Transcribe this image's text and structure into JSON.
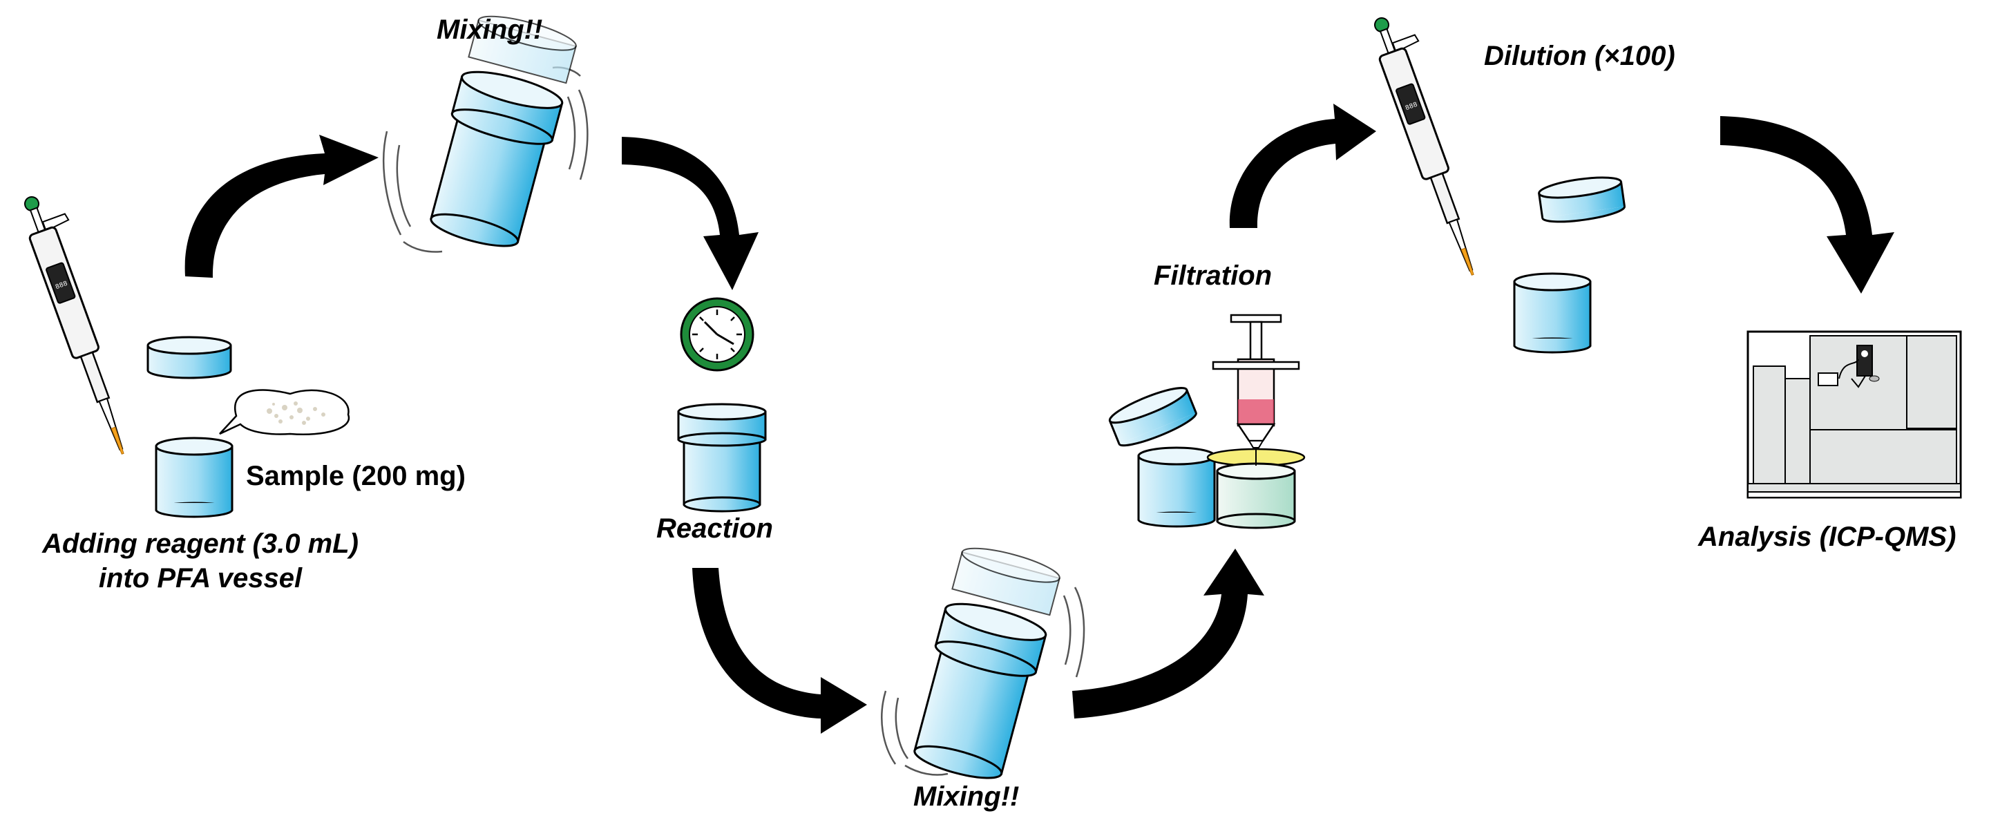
{
  "labels": {
    "mixing_top": "Mixing!!",
    "adding_reagent_line1": "Adding reagent (3.0 mL)",
    "adding_reagent_line2": "into PFA vessel",
    "sample": "Sample (200 mg)",
    "reaction": "Reaction",
    "mixing_bottom": "Mixing!!",
    "filtration": "Filtration",
    "dilution": "Dilution (×100)",
    "analysis": "Analysis (ICP-QMS)"
  },
  "pipette_display": "888",
  "colors": {
    "vessel_light": "#e6f6fc",
    "vessel_dark": "#2fb0e0",
    "arrow": "#000000",
    "clock_ring": "#1e8c3a",
    "pipette_tip": "#f5a21e",
    "filter": "#f6ee7a",
    "syringe_liquid": "#e24a6a",
    "instrument_fill": "#e3e5e4"
  },
  "steps": [
    "Adding reagent (3.0 mL) into PFA vessel",
    "Mixing!!",
    "Reaction",
    "Mixing!!",
    "Filtration",
    "Dilution (×100)",
    "Analysis (ICP-QMS)"
  ]
}
